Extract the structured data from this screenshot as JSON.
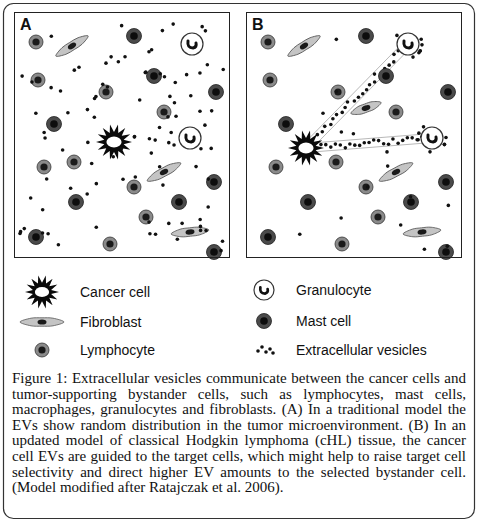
{
  "diagram": {
    "caption": "Figure 1: Extracellular vesicles communicate between the cancer cells and tumor-supporting bystander cells, such as lymphocytes, mast cells, macrophages, granulocytes and fibroblasts. (A) In a traditional model the EVs show random distribution in the tumor microenvironment. (B) In an updated model of classical Hodgkin lymphoma (cHL) tissue, the cancer cell EVs are guided to the target cells, which might help to raise target cell selectivity and direct higher EV amounts to the selected bystander cell. (Model modified after Ratajczak et al. 2006).",
    "nodes": [
      {
        "text": [
          "A"
        ]
      },
      {
        "text": [
          "B"
        ]
      }
    ],
    "legend": [
      {
        "text": "Cancer cell"
      },
      {
        "text": "Granulocyte"
      },
      {
        "text": "Fibroblast"
      },
      {
        "text": "Mast cell"
      },
      {
        "text": "Lymphocyte"
      },
      {
        "text": "Extracellular vesicles"
      }
    ]
  }
}
